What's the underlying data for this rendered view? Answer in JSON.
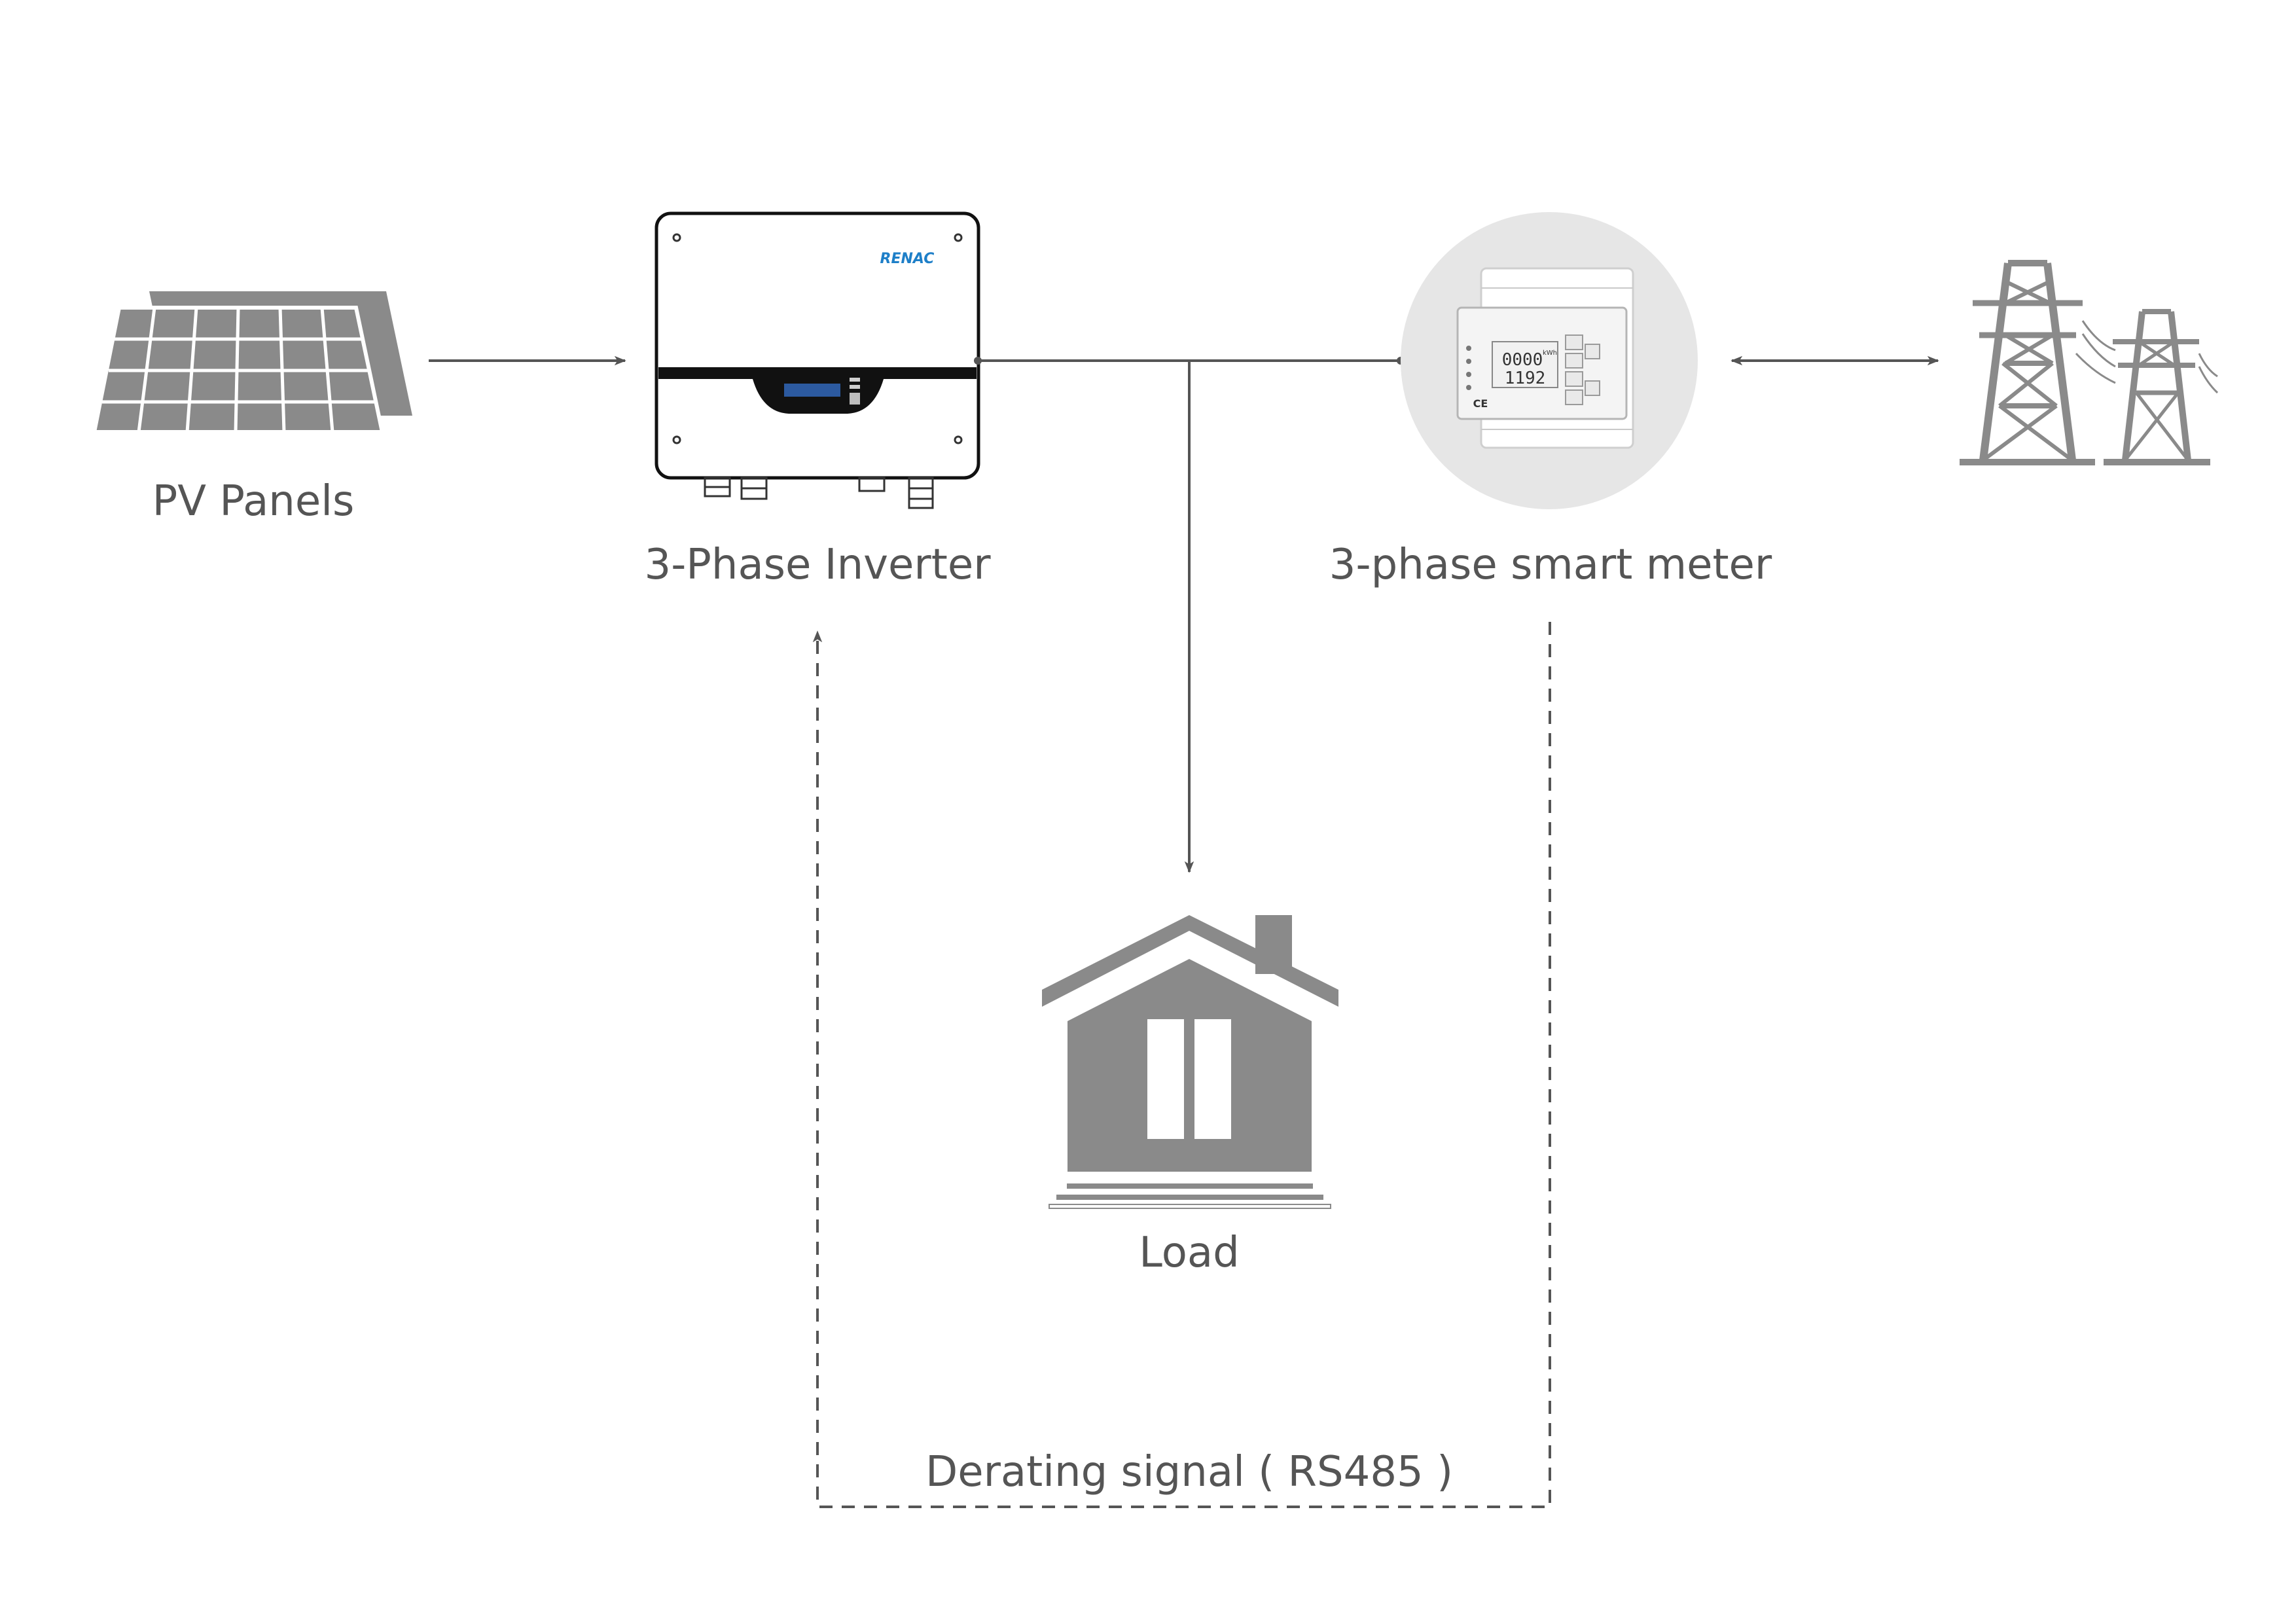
{
  "labels": {
    "pv": "PV Panels",
    "inverter": "3-Phase Inverter",
    "meter": "3-phase smart meter",
    "load": "Load",
    "signal": "Derating signal ( RS485 )"
  },
  "inverter": {
    "brand": "RENAC"
  },
  "meter": {
    "display_top": "0000",
    "display_bottom": "1192",
    "unit": "kWh",
    "mark": "CE"
  },
  "colors": {
    "icon_gray": "#8a8a8a",
    "line": "#555555",
    "text": "#555555",
    "brand": "#1e7fc8",
    "meter_circle": "#e6e6e6"
  }
}
